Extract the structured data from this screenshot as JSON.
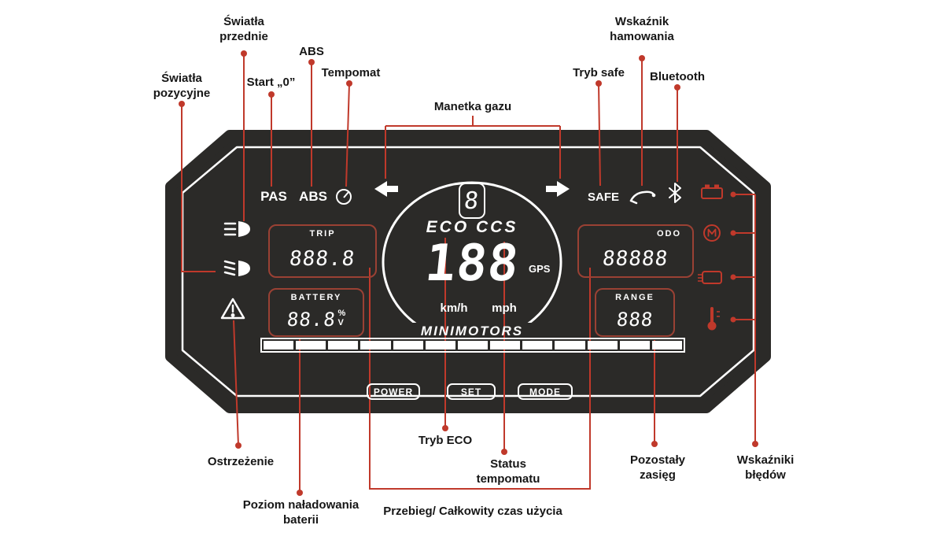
{
  "colors": {
    "accent": "#c0392b",
    "panel": "#2b2a28",
    "box_outline": "#9a4134"
  },
  "callout_labels": {
    "swiatla_przednie": "Światła\nprzednie",
    "swiatla_pozycyjne": "Światła\npozycyjne",
    "start_0": "Start „0”",
    "abs": "ABS",
    "tempomat": "Tempomat",
    "manetka_gazu": "Manetka gazu",
    "tryb_safe": "Tryb safe",
    "wskaznik_hamowania": "Wskaźnik\nhamowania",
    "bluetooth": "Bluetooth",
    "ostrzezenie": "Ostrzeżenie",
    "tryb_eco": "Tryb ECO",
    "status_tempomatu": "Status\ntempomatu",
    "poziom_naladowania": "Poziom naładowania\nbaterii",
    "przebieg": "Przebieg/ Całkowity czas użycia",
    "pozostaly_zasieg": "Pozostały\nzasięg",
    "wskazniki_bledow": "Wskaźniki\nbłędów"
  },
  "display": {
    "pas": "PAS",
    "abs": "ABS",
    "safe": "SAFE",
    "gear": "8",
    "mode_line": "ECO CCS",
    "speed": "188",
    "gps": "GPS",
    "unit_kmh": "km/h",
    "unit_mph": "mph",
    "brand": "MINIMOTORS",
    "trip": {
      "label": "TRIP",
      "value": "888.8"
    },
    "battery": {
      "label": "BATTERY",
      "value": "88.8",
      "unit_percent": "%",
      "unit_volt": "V"
    },
    "odo": {
      "label": "ODO",
      "value": "88888"
    },
    "range": {
      "label": "RANGE",
      "value": "888"
    },
    "buttons": {
      "power": "POWER",
      "set": "SET",
      "mode": "MODE"
    },
    "icons": [
      "headlight-high-icon",
      "headlight-low-icon",
      "warning-icon",
      "cruise-icon",
      "throttle-left-arrow-icon",
      "throttle-right-arrow-icon",
      "brake-lever-icon",
      "bluetooth-icon",
      "battery-error-icon",
      "motor-error-icon",
      "controller-error-icon",
      "temperature-error-icon"
    ]
  }
}
